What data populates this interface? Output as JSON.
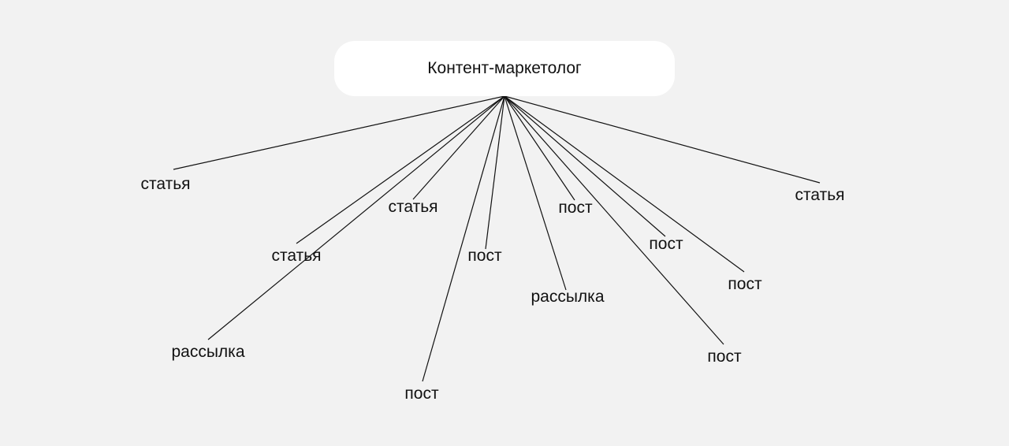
{
  "root": {
    "label": "Контент-маркетолог"
  },
  "leaves": [
    {
      "label": "статья"
    },
    {
      "label": "статья"
    },
    {
      "label": "рассылка"
    },
    {
      "label": "статья"
    },
    {
      "label": "пост"
    },
    {
      "label": "пост"
    },
    {
      "label": "рассылка"
    },
    {
      "label": "пост"
    },
    {
      "label": "пост"
    },
    {
      "label": "пост"
    },
    {
      "label": "пост"
    },
    {
      "label": "статья"
    }
  ]
}
